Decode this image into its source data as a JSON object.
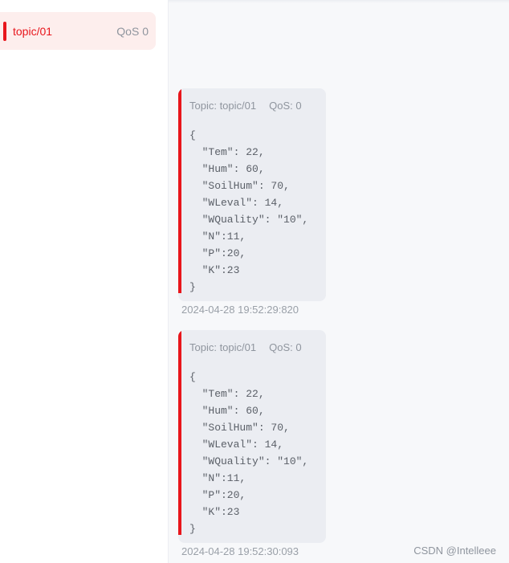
{
  "colors": {
    "accent": "#e8161c",
    "sidebar_bg": "#ffffff",
    "main_bg": "#f7f8fa",
    "bubble_bg": "#ebedf2",
    "selected_bg": "#fdeeed"
  },
  "sidebar": {
    "subscriptions": [
      {
        "topic": "topic/01",
        "qos": "QoS 0"
      }
    ]
  },
  "messages": [
    {
      "topic_label": "Topic: topic/01",
      "qos_label": "QoS: 0",
      "payload": "{\n  \"Tem\": 22,\n  \"Hum\": 60,\n  \"SoilHum\": 70,\n  \"WLeval\": 14,\n  \"WQuality\": \"10\",\n  \"N\":11,\n  \"P\":20,\n  \"K\":23\n}",
      "time": "2024-04-28 19:52:29:820"
    },
    {
      "topic_label": "Topic: topic/01",
      "qos_label": "QoS: 0",
      "payload": "{\n  \"Tem\": 22,\n  \"Hum\": 60,\n  \"SoilHum\": 70,\n  \"WLeval\": 14,\n  \"WQuality\": \"10\",\n  \"N\":11,\n  \"P\":20,\n  \"K\":23\n}",
      "time": "2024-04-28 19:52:30:093"
    }
  ],
  "watermark": "CSDN @Intelleee"
}
